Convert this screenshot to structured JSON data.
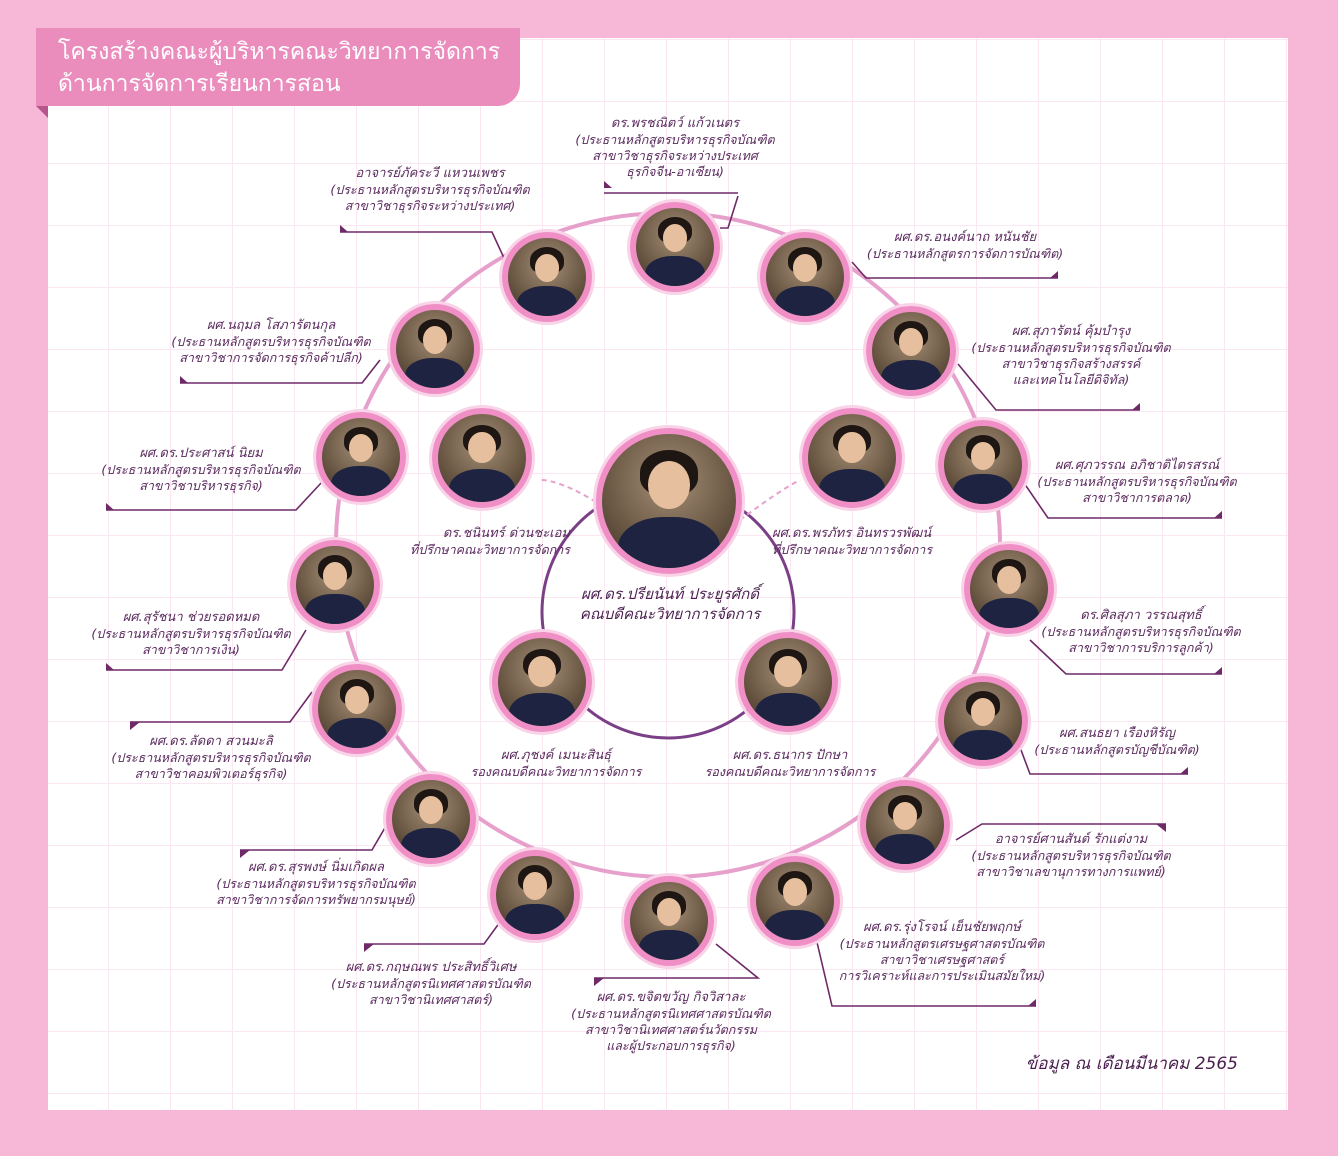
{
  "title": {
    "line1": "โครงสร้างคณะผู้บริหารคณะวิทยาการจัดการ",
    "line2": "ด้านการจัดการเรียนการสอน"
  },
  "colors": {
    "background": "#f6b8d6",
    "accent_pink": "#f08fc6",
    "line": "#6e2a68",
    "text": "#5a2a5e",
    "title_box": "#ea8dbd"
  },
  "dean": {
    "name": "ผศ.ดร.ปรียนันท์ ประยูรศักดิ์",
    "role": "คณบดีคณะวิทยาการจัดการ"
  },
  "advisors": [
    {
      "name": "ดร.ชนินทร์ ด่วนชะเอม",
      "role": "ที่ปรึกษาคณะวิทยาการจัดการ"
    },
    {
      "name": "ผศ.ดร.พรภัทร อินทรวรพัฒน์",
      "role": "ที่ปรึกษาคณะวิทยาการจัดการ"
    }
  ],
  "vice_deans": [
    {
      "name": "ผศ.ภุชงค์ เมนะสินธุ์",
      "role": "รองคณบดีคณะวิทยาการจัดการ"
    },
    {
      "name": "ผศ.ดร.ธนากร ปักษา",
      "role": "รองคณบดีคณะวิทยาการจัดการ"
    }
  ],
  "chairs": [
    {
      "name": "ดร.พรชณิตว์ แก้วเนตร",
      "lines": [
        "(ประธานหลักสูตรบริหารธุรกิจบัณฑิต",
        "สาขาวิชาธุรกิจระหว่างประเทศ",
        "ธุรกิจจีน-อาเซียน)"
      ]
    },
    {
      "name": "อาจารย์ภัคระวี แหวนเพชร",
      "lines": [
        "(ประธานหลักสูตรบริหารธุรกิจบัณฑิต",
        "สาขาวิชาธุรกิจระหว่างประเทศ)"
      ]
    },
    {
      "name": "ผศ.ดร.อนงค์นาถ หนันชัย",
      "lines": [
        "(ประธานหลักสูตรการจัดการบัณฑิต)"
      ]
    },
    {
      "name": "ผศ.นฤมล โสภารัตนกุล",
      "lines": [
        "(ประธานหลักสูตรบริหารธุรกิจบัณฑิต",
        "สาขาวิชาการจัดการธุรกิจค้าปลีก)"
      ]
    },
    {
      "name": "ผศ.สุภารัตน์ คุ้มบำรุง",
      "lines": [
        "(ประธานหลักสูตรบริหารธุรกิจบัณฑิต",
        "สาขาวิชาธุรกิจสร้างสรรค์",
        "และเทคโนโลยีดิจิทัล)"
      ]
    },
    {
      "name": "ผศ.ดร.ประศาสน์ นิยม",
      "lines": [
        "(ประธานหลักสูตรบริหารธุรกิจบัณฑิต",
        "สาขาวิชาบริหารธุรกิจ)"
      ]
    },
    {
      "name": "ผศ.ศุภวรรณ อภิชาติไตรสรณ์",
      "lines": [
        "(ประธานหลักสูตรบริหารธุรกิจบัณฑิต",
        "สาขาวิชาการตลาด)"
      ]
    },
    {
      "name": "ผศ.สุรัชนา ช่วยรอดหมด",
      "lines": [
        "(ประธานหลักสูตรบริหารธุรกิจบัณฑิต",
        "สาขาวิชาการเงิน)"
      ]
    },
    {
      "name": "ดร.ศิลสุภา วรรณสุทธิ์",
      "lines": [
        "(ประธานหลักสูตรบริหารธุรกิจบัณฑิต",
        "สาขาวิชาการบริการลูกค้า)"
      ]
    },
    {
      "name": "ผศ.ดร.ลัดดา สวนมะลิ",
      "lines": [
        "(ประธานหลักสูตรบริหารธุรกิจบัณฑิต",
        "สาขาวิชาคอมพิวเตอร์ธุรกิจ)"
      ]
    },
    {
      "name": "ผศ.สนธยา เรืองหิรัญ",
      "lines": [
        "(ประธานหลักสูตรบัญชีบัณฑิต)"
      ]
    },
    {
      "name": "ผศ.ดร.สุรพงษ์ นิ่มเกิดผล",
      "lines": [
        "(ประธานหลักสูตรบริหารธุรกิจบัณฑิต",
        "สาขาวิชาการจัดการทรัพยากรมนุษย์)"
      ]
    },
    {
      "name": "อาจารย์ศานสันต์ รักแต่งาม",
      "lines": [
        "(ประธานหลักสูตรบริหารธุรกิจบัณฑิต",
        "สาขาวิชาเลขานุการทางการแพทย์)"
      ]
    },
    {
      "name": "ผศ.ดร.กฤษณพร ประสิทธิ์วิเศษ",
      "lines": [
        "(ประธานหลักสูตรนิเทศศาสตรบัณฑิต",
        "สาขาวิชานิเทศศาสตร์)"
      ]
    },
    {
      "name": "ผศ.ดร.ขจิตขวัญ กิจวิสาละ",
      "lines": [
        "(ประธานหลักสูตรนิเทศศาสตรบัณฑิต",
        "สาขาวิชานิเทศศาสตร์นวัตกรรม",
        "และผู้ประกอบการธุรกิจ)"
      ]
    },
    {
      "name": "ผศ.ดร.รุ่งโรจน์ เย็นชัยพฤกษ์",
      "lines": [
        "(ประธานหลักสูตรเศรษฐศาสตรบัณฑิต",
        "สาขาวิชาเศรษฐศาสตร์",
        "การวิเคราะห์และการประเมินสมัยใหม่)"
      ]
    }
  ],
  "note": "ข้อมูล ณ เดือนมีนาคม 2565"
}
